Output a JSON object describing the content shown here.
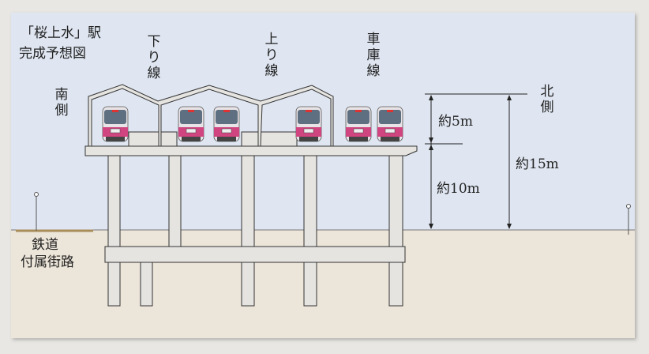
{
  "title_line1": "「桜上水」駅",
  "title_line2": "完成予想図",
  "labels": {
    "south": "南側",
    "north": "北側",
    "down_line": "下り線",
    "up_line": "上り線",
    "depot_line": "車庫線",
    "street_line1": "鉄道",
    "street_line2": "付属街路"
  },
  "dimensions": {
    "upper": "約5m",
    "lower": "約10m",
    "total": "約15m"
  },
  "colors": {
    "sky": "#dfe6f1",
    "ground": "#ece5d9",
    "structure": "#e6e4e1",
    "train": "#d0457f"
  }
}
